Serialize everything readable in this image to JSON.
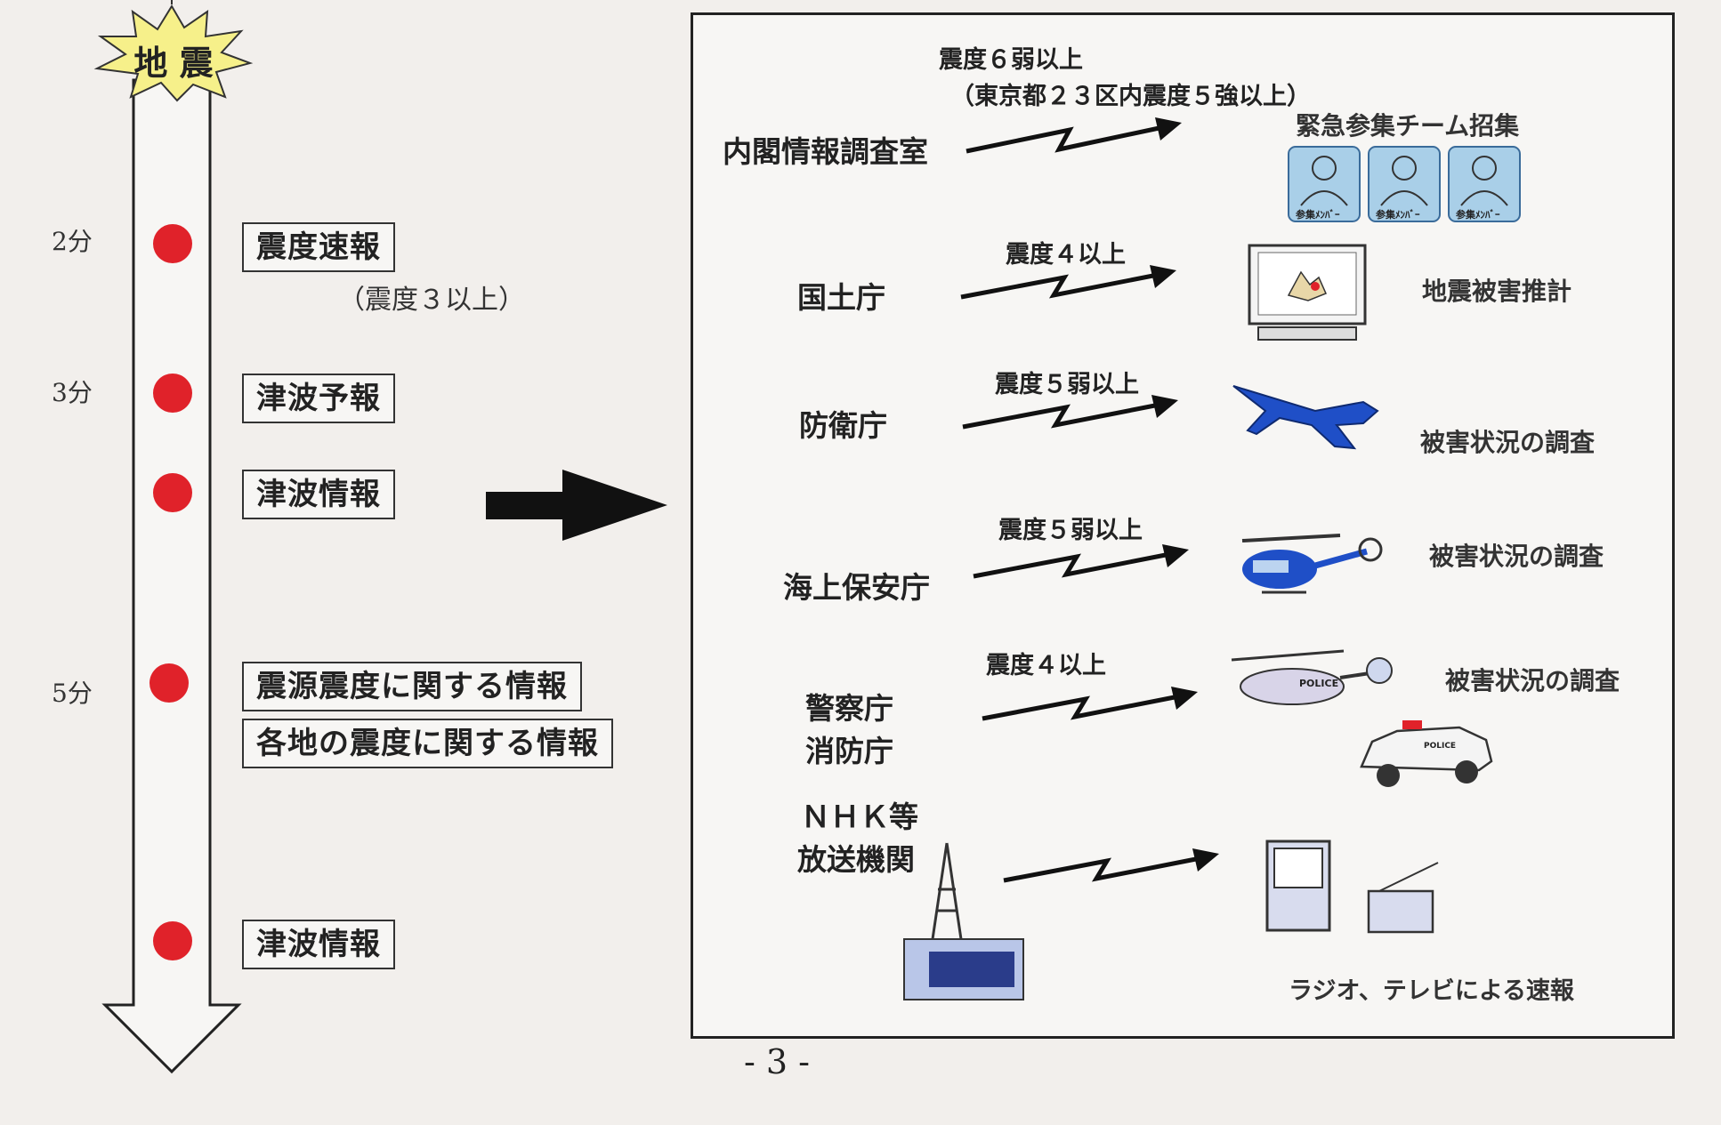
{
  "timeline": {
    "start_label": "地 震",
    "events": [
      {
        "time": "2分",
        "labels": [
          "震度速報"
        ],
        "note": "（震度３以上）"
      },
      {
        "time": "3分",
        "labels": [
          "津波予報"
        ]
      },
      {
        "time": "",
        "labels": [
          "津波情報"
        ]
      },
      {
        "time": "5分",
        "labels": [
          "震源震度に関する情報",
          "各地の震度に関する情報"
        ]
      },
      {
        "time": "",
        "labels": [
          "津波情報"
        ]
      }
    ]
  },
  "responses": [
    {
      "agency": "内閣情報調査室",
      "threshold": "震度６弱以上",
      "threshold_note": "（東京都２３区内震度５強以上）",
      "action": "緊急参集チーム招集",
      "icon": "team-members-icon",
      "member_label": "参集ﾒﾝﾊﾞｰ"
    },
    {
      "agency": "国土庁",
      "threshold": "震度４以上",
      "action": "地震被害推計",
      "icon": "computer-map-icon"
    },
    {
      "agency": "防衛庁",
      "threshold": "震度５弱以上",
      "action": "被害状況の調査",
      "icon": "jet-icon"
    },
    {
      "agency": "海上保安庁",
      "threshold": "震度５弱以上",
      "action": "被害状況の調査",
      "icon": "helicopter-icon"
    },
    {
      "agency_lines": [
        "警察庁",
        "消防庁"
      ],
      "threshold": "震度４以上",
      "action": "被害状況の調査",
      "icon": "police-helicopter-and-car-icon",
      "police_label": "POLICE"
    },
    {
      "agency_lines": [
        "ＮＨＫ等",
        "放送機関"
      ],
      "threshold": "",
      "action": "ラジオ、テレビによる速報",
      "icon": "broadcast-tower-tv-radio-icon"
    }
  ],
  "page_number": "- 3 -",
  "colors": {
    "dot": "#e0222a",
    "burst": "#f6f08a",
    "icon_blue": "#1f4fc7",
    "member_bg": "#a9cfe8"
  }
}
